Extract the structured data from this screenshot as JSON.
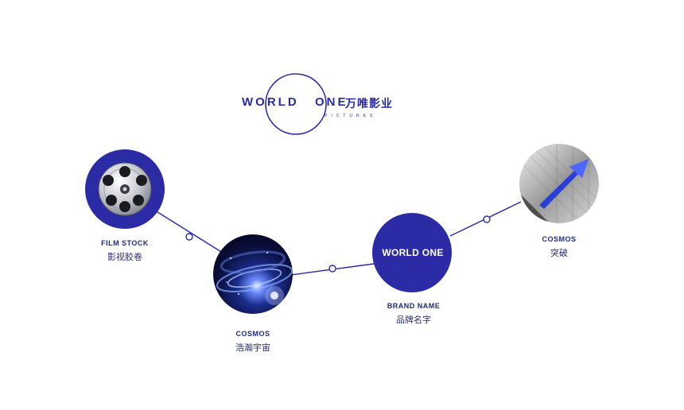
{
  "logo": {
    "word_left": "WORLD",
    "word_right": "ONE",
    "chinese": "万唯影业",
    "subtitle": "PICTURES"
  },
  "nodes": [
    {
      "id": "film-stock",
      "en": "FILM STOCK",
      "cn": "影视胶卷"
    },
    {
      "id": "cosmos-1",
      "en": "COSMOS",
      "cn": "浩瀚宇宙"
    },
    {
      "id": "brand-name",
      "en": "BRAND NAME",
      "cn": "品牌名字",
      "center_text": "WORLD ONE"
    },
    {
      "id": "cosmos-2",
      "en": "COSMOS",
      "cn": "突破"
    }
  ],
  "colors": {
    "brand_blue": "#2a2aa8",
    "line": "#2a2aa8",
    "label": "#1f2a88"
  },
  "icons": [
    "film-reel-icon",
    "galaxy-image",
    "arrow-breakthrough-image"
  ]
}
